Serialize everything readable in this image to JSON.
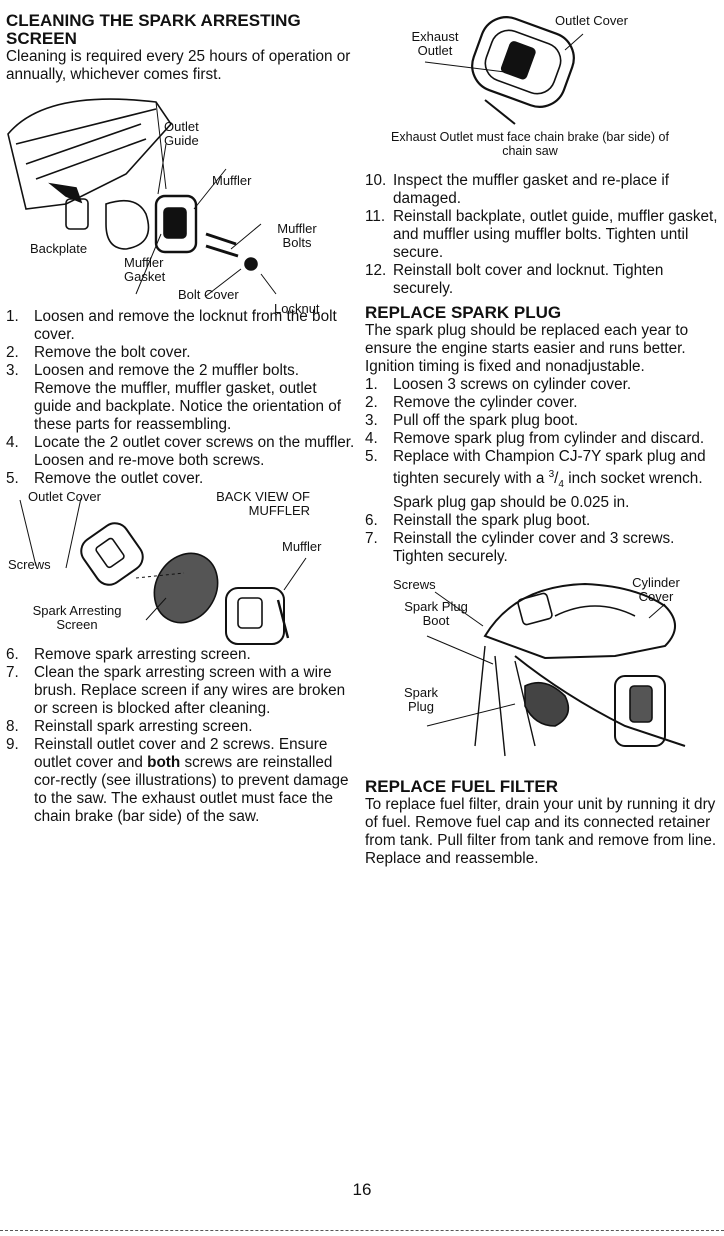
{
  "left": {
    "heading": "CLEANING THE SPARK ARRESTING SCREEN",
    "intro": "Cleaning is required every 25 hours of operation or annually, whichever comes first.",
    "fig1": {
      "outlet_guide": "Outlet Guide",
      "muffler": "Muffler",
      "muffler_bolts": "Muffler Bolts",
      "backplate": "Backplate",
      "muffler_gasket": "Muffler Gasket",
      "bolt_cover": "Bolt Cover",
      "locknut": "Locknut"
    },
    "steps_a": [
      {
        "n": "1.",
        "t": "Loosen and remove the locknut from the bolt cover."
      },
      {
        "n": "2.",
        "t": "Remove the bolt cover."
      },
      {
        "n": "3.",
        "t": "Loosen and remove the 2 muffler bolts. Remove the muffler, muffler gasket, outlet guide and backplate. Notice the orientation of these parts for reassembling."
      },
      {
        "n": "4.",
        "t": "Locate the 2 outlet cover screws on the muffler. Loosen and re-move both screws."
      },
      {
        "n": "5.",
        "t": "Remove the outlet cover."
      }
    ],
    "fig2": {
      "outlet_cover": "Outlet Cover",
      "back_view": "BACK VIEW OF MUFFLER",
      "muffler": "Muffler",
      "screws": "Screws",
      "spark_screen": "Spark Arresting Screen"
    },
    "steps_b": [
      {
        "n": "6.",
        "t": "Remove spark arresting screen."
      },
      {
        "n": "7.",
        "t": "Clean the spark arresting screen with a wire brush. Replace screen if any wires are broken or screen is blocked after cleaning."
      },
      {
        "n": "8.",
        "t": "Reinstall spark arresting screen."
      }
    ],
    "step9": {
      "n": "9.",
      "pre": "Reinstall outlet cover and 2 screws. Ensure outlet cover and ",
      "bold": "both",
      "post": " screws are reinstalled cor-rectly (see illustrations) to prevent damage to the saw. The exhaust outlet must face the chain brake (bar side) of the saw."
    }
  },
  "right": {
    "fig3": {
      "exhaust_outlet": "Exhaust Outlet",
      "outlet_cover": "Outlet Cover",
      "caption": "Exhaust Outlet must face chain brake (bar side) of chain saw"
    },
    "steps_c": [
      {
        "n": "10.",
        "t": "Inspect the muffler gasket and re-place if damaged."
      },
      {
        "n": "11.",
        "t": "Reinstall backplate, outlet guide, muffler gasket, and muffler using muffler bolts. Tighten until secure."
      },
      {
        "n": "12.",
        "t": "Reinstall bolt cover and locknut. Tighten securely."
      }
    ],
    "plug_heading": "REPLACE SPARK PLUG",
    "plug_intro": "The spark plug should be replaced each year to ensure the engine starts easier and runs better. Ignition timing is fixed and nonadjustable.",
    "plug_steps_a": [
      {
        "n": "1.",
        "t": "Loosen 3 screws on cylinder cover."
      },
      {
        "n": "2.",
        "t": "Remove the cylinder cover."
      },
      {
        "n": "3.",
        "t": "Pull off the spark plug boot."
      },
      {
        "n": "4.",
        "t": "Remove spark plug from cylinder and discard."
      }
    ],
    "plug_step5": {
      "n": "5.",
      "pre": "Replace with Champion CJ-7Y spark plug and tighten securely with a ",
      "num": "3",
      "den": "4",
      "post": " inch socket wrench. Spark plug gap should be 0.025 in."
    },
    "plug_steps_b": [
      {
        "n": "6.",
        "t": "Reinstall the spark plug boot."
      },
      {
        "n": "7.",
        "t": "Reinstall the cylinder cover and 3 screws. Tighten securely."
      }
    ],
    "fig4": {
      "screws": "Screws",
      "cylinder_cover": "Cylinder Cover",
      "plug_boot": "Spark Plug Boot",
      "spark_plug": "Spark Plug"
    },
    "fuel_heading": "REPLACE FUEL FILTER",
    "fuel_text": "To replace fuel filter, drain your unit by running it dry of fuel. Remove fuel cap and its connected retainer from tank. Pull filter from tank and remove from line. Replace and reassemble."
  },
  "page_number": "16"
}
